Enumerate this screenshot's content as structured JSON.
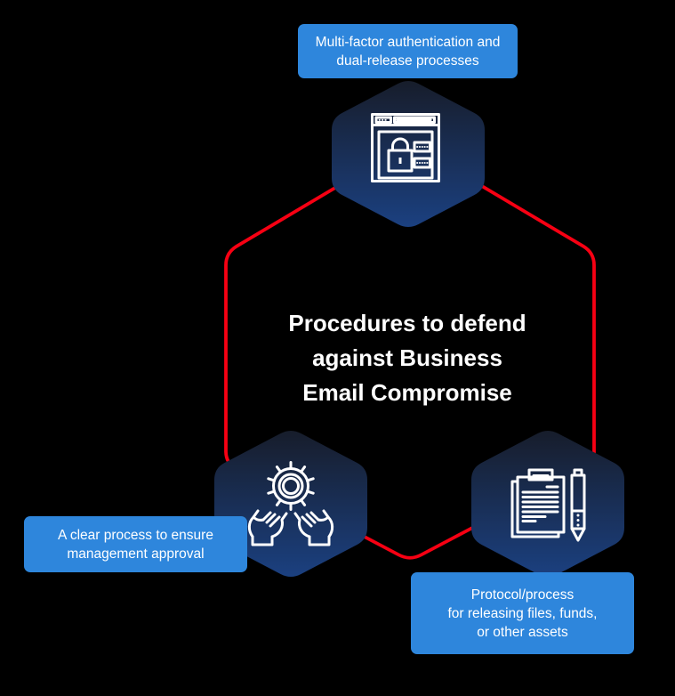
{
  "diagram": {
    "title": "Procedures to defend\nagainst Business\nEmail Compromise",
    "nodes": [
      {
        "position": "top",
        "icon": "browser-lock-icon",
        "label": "Multi-factor authentication and\ndual-release processes"
      },
      {
        "position": "bottom-left",
        "icon": "gear-hands-icon",
        "label": "A clear process to ensure\nmanagement approval"
      },
      {
        "position": "bottom-right",
        "icon": "clipboard-pen-icon",
        "label": "Protocol/process\nfor releasing files, funds,\nor other assets"
      }
    ]
  },
  "colors": {
    "background": "#000000",
    "label_blue": "#2e86dc",
    "outline_red": "#f70013",
    "hexagon_top": "#171d2b",
    "hexagon_bottom": "#1b4080",
    "icon_stroke": "#ffffff",
    "text": "#ffffff"
  }
}
